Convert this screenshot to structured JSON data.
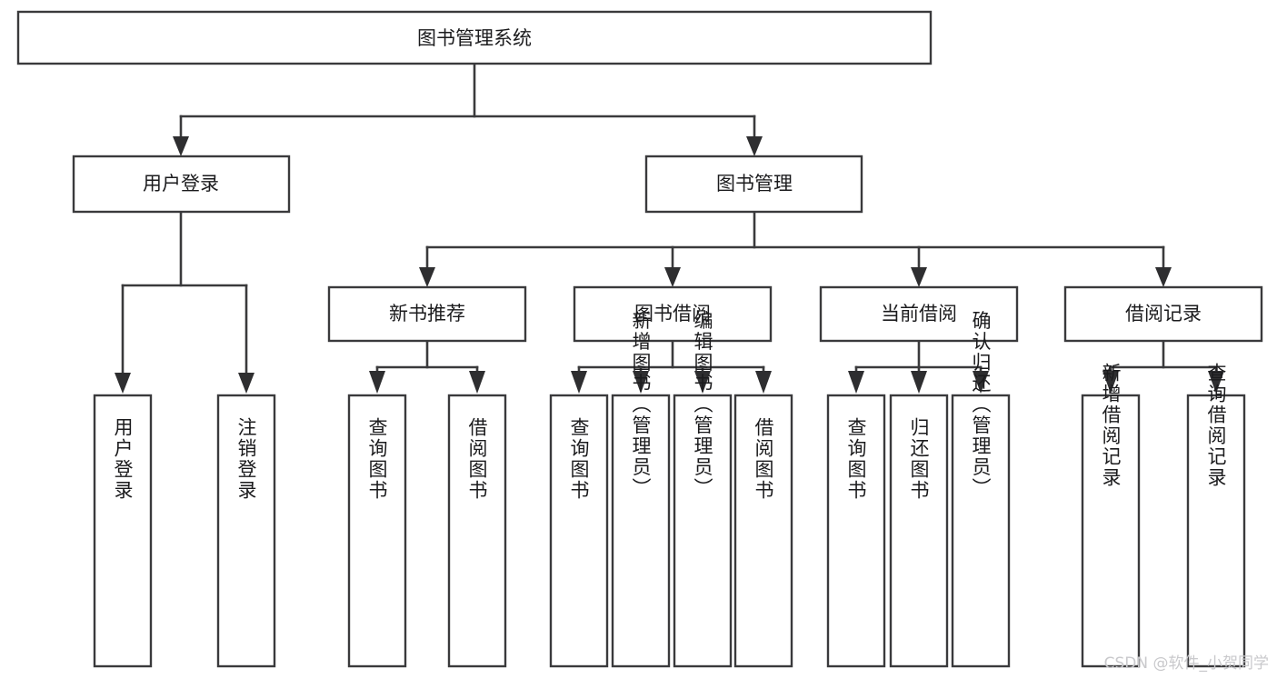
{
  "diagram": {
    "title": "图书管理系统",
    "type": "tree-hierarchy",
    "root": {
      "id": "root",
      "label": "图书管理系统"
    },
    "level2": [
      {
        "id": "user-login",
        "label": "用户登录"
      },
      {
        "id": "book-manage",
        "label": "图书管理"
      }
    ],
    "level3": [
      {
        "id": "new-book-recommend",
        "label": "新书推荐",
        "parent": "book-manage"
      },
      {
        "id": "book-borrow",
        "label": "图书借阅",
        "parent": "book-manage"
      },
      {
        "id": "current-borrow",
        "label": "当前借阅",
        "parent": "book-manage"
      },
      {
        "id": "borrow-record",
        "label": "借阅记录",
        "parent": "book-manage"
      }
    ],
    "leaves": [
      {
        "id": "leaf-user-login",
        "label": "用户登录",
        "parent": "user-login"
      },
      {
        "id": "leaf-user-logout",
        "label": "注销登录",
        "parent": "user-login"
      },
      {
        "id": "leaf-query-book-1",
        "label": "查询图书",
        "parent": "new-book-recommend"
      },
      {
        "id": "leaf-borrow-book-1",
        "label": "借阅图书",
        "parent": "new-book-recommend"
      },
      {
        "id": "leaf-query-book-2",
        "label": "查询图书",
        "parent": "book-borrow"
      },
      {
        "id": "leaf-add-book",
        "label": "新增图书（管理员）",
        "parent": "book-borrow"
      },
      {
        "id": "leaf-edit-book",
        "label": "编辑图书（管理员）",
        "parent": "book-borrow"
      },
      {
        "id": "leaf-borrow-book-2",
        "label": "借阅图书",
        "parent": "book-borrow"
      },
      {
        "id": "leaf-query-book-3",
        "label": "查询图书",
        "parent": "current-borrow"
      },
      {
        "id": "leaf-return-book",
        "label": "归还图书",
        "parent": "current-borrow"
      },
      {
        "id": "leaf-confirm-return",
        "label": "确认归还（管理员）",
        "parent": "current-borrow"
      },
      {
        "id": "leaf-add-record",
        "label": "新增借阅记录",
        "parent": "borrow-record"
      },
      {
        "id": "leaf-query-record",
        "label": "查询借阅记录",
        "parent": "borrow-record"
      }
    ],
    "colors": {
      "box_stroke": "#3a3a3c",
      "box_fill": "#ffffff",
      "connector": "#3a3a3c",
      "text": "#1b1b1d",
      "background": "#ffffff",
      "watermark": "#c9c9cc"
    }
  },
  "watermark": {
    "text": "CSDN @软件_小贺同学"
  }
}
